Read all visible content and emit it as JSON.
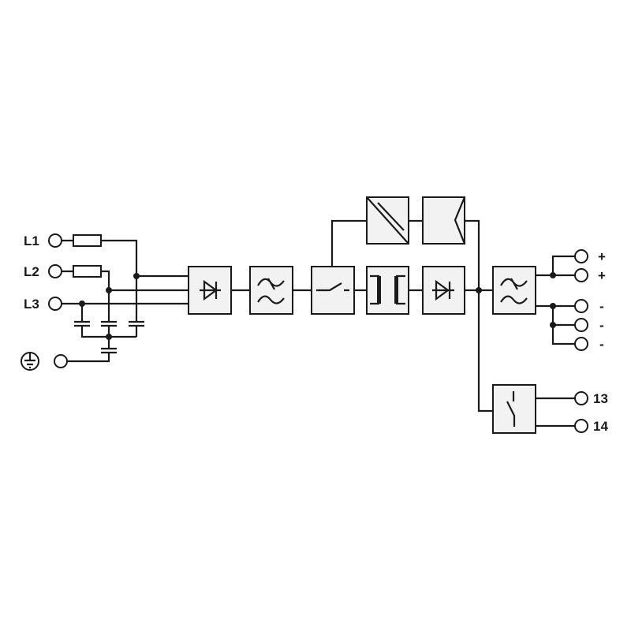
{
  "inputs": {
    "l1": "L1",
    "l2": "L2",
    "l3": "L3"
  },
  "outputs": {
    "plus1": "+",
    "plus2": "+",
    "minus1": "-",
    "minus2": "-",
    "minus3": "-"
  },
  "relay": {
    "contact1": "13",
    "contact2": "14"
  }
}
